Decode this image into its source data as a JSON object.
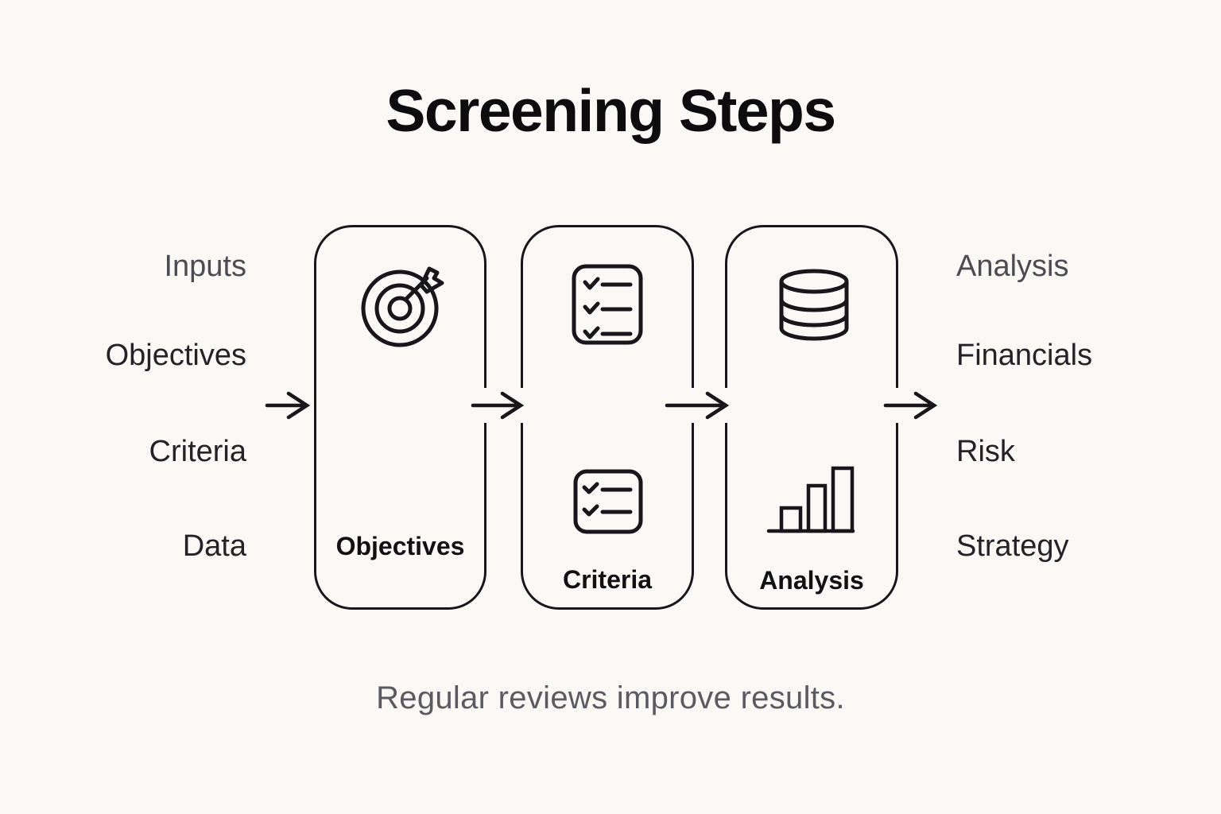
{
  "title": "Screening Steps",
  "caption": "Regular reviews improve results.",
  "inputs_column": [
    "Inputs",
    "Objectives",
    "Criteria",
    "Data"
  ],
  "outputs_column": [
    "Analysis",
    "Financials",
    "Risk",
    "Strategy"
  ],
  "steps": [
    {
      "label": "Objectives",
      "icons": [
        "target-icon"
      ]
    },
    {
      "label": "Criteria",
      "icons": [
        "checklist-icon",
        "checklist-icon"
      ]
    },
    {
      "label": "Analysis",
      "icons": [
        "database-icon",
        "bar-chart-icon"
      ]
    }
  ],
  "arrows": [
    "arrow-right-icon",
    "arrow-right-icon",
    "arrow-right-icon",
    "arrow-right-icon"
  ],
  "colors": {
    "background": "#faf9f6",
    "ink": "#17171b",
    "muted_label": "#4b4b52",
    "dark_label": "#232327",
    "caption_text": "#5a5a61"
  }
}
